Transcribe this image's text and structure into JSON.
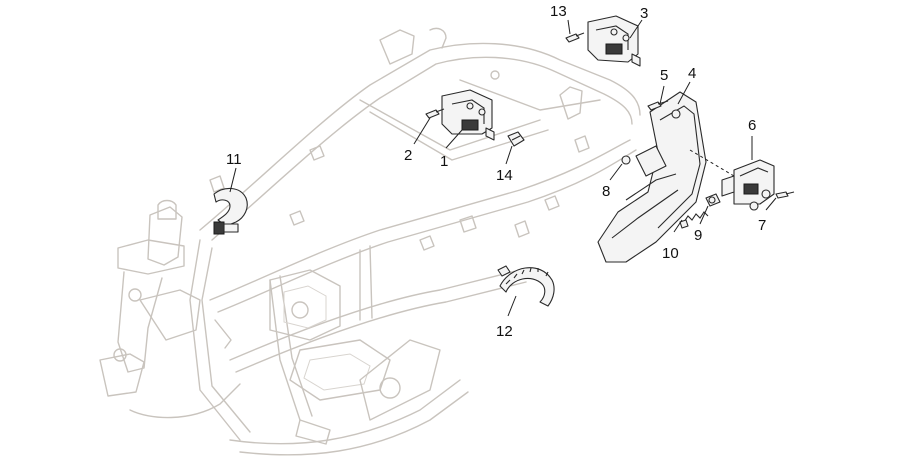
{
  "callouts": [
    {
      "id": "c1",
      "label": "1"
    },
    {
      "id": "c2",
      "label": "2"
    },
    {
      "id": "c3",
      "label": "3"
    },
    {
      "id": "c4",
      "label": "4"
    },
    {
      "id": "c5",
      "label": "5"
    },
    {
      "id": "c6",
      "label": "6"
    },
    {
      "id": "c7",
      "label": "7"
    },
    {
      "id": "c8",
      "label": "8"
    },
    {
      "id": "c9",
      "label": "9"
    },
    {
      "id": "c10",
      "label": "10"
    },
    {
      "id": "c11",
      "label": "11"
    },
    {
      "id": "c12",
      "label": "12"
    },
    {
      "id": "c13",
      "label": "13"
    },
    {
      "id": "c14",
      "label": "14"
    }
  ],
  "colors": {
    "frame": "#c9c4be",
    "part_outline": "#2a2a2a",
    "text": "#111111"
  }
}
